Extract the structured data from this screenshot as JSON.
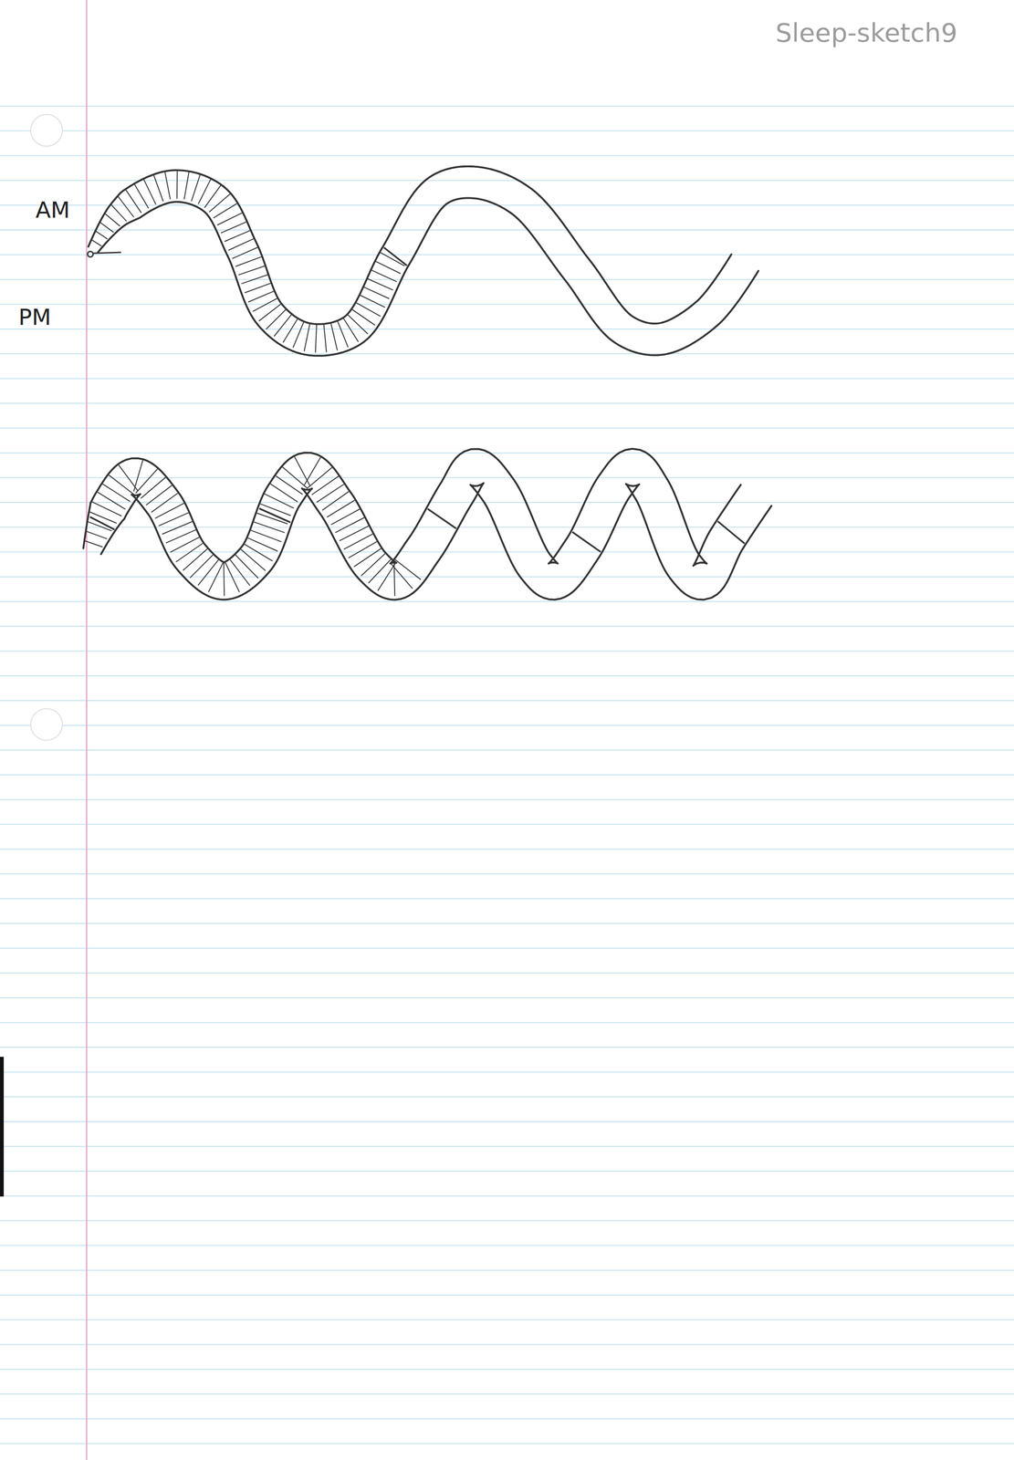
{
  "diagram": {
    "labels": [
      "Sleep-sketch9",
      "AM",
      "PM"
    ]
  }
}
